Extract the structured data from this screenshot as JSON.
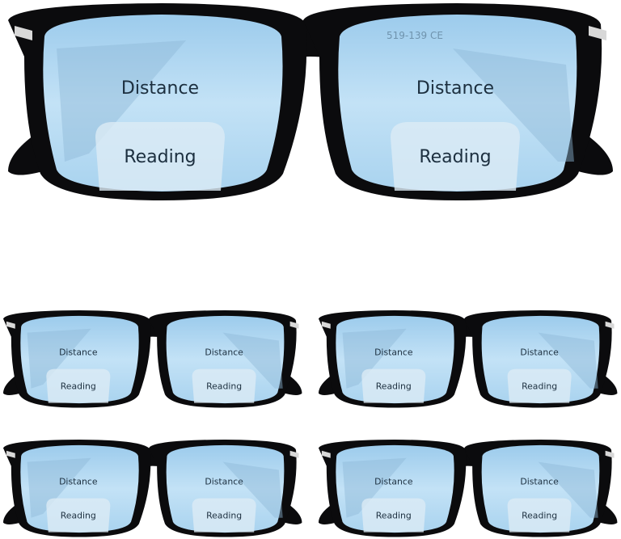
{
  "product": {
    "frame_color": "#0b0b0d",
    "lens_color": "#b4d9f2",
    "reading_segment_color": "#dcebf5",
    "frame_imprint": "519-139 CE",
    "glasses": [
      {
        "left": {
          "distance": "Distance",
          "reading": "Reading"
        },
        "right": {
          "distance": "Distance",
          "reading": "Reading"
        }
      },
      {
        "left": {
          "distance": "Distance",
          "reading": "Reading"
        },
        "right": {
          "distance": "Distance",
          "reading": "Reading"
        }
      },
      {
        "left": {
          "distance": "Distance",
          "reading": "Reading"
        },
        "right": {
          "distance": "Distance",
          "reading": "Reading"
        }
      },
      {
        "left": {
          "distance": "Distance",
          "reading": "Reading"
        },
        "right": {
          "distance": "Distance",
          "reading": "Reading"
        }
      },
      {
        "left": {
          "distance": "Distance",
          "reading": "Reading"
        },
        "right": {
          "distance": "Distance",
          "reading": "Reading"
        }
      }
    ]
  }
}
